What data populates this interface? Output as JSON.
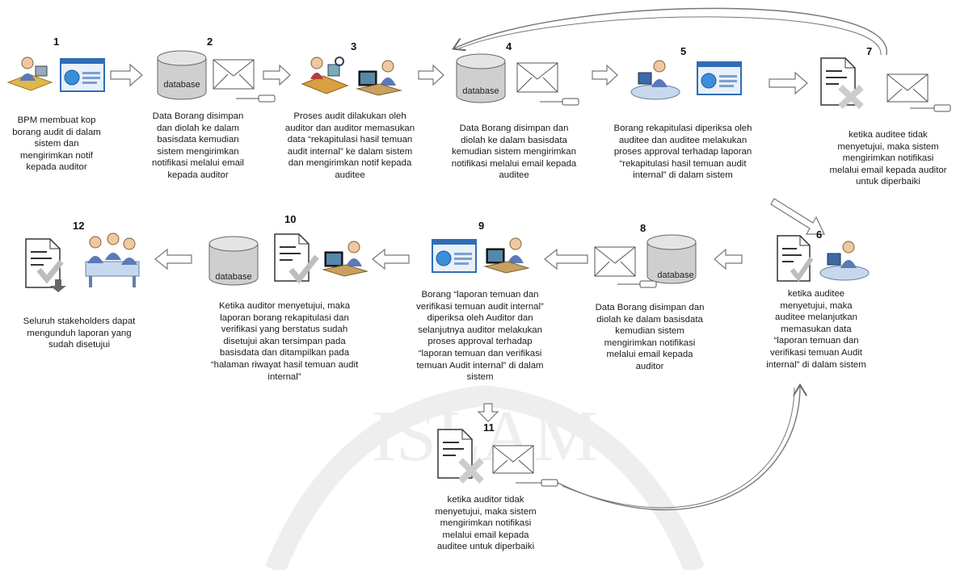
{
  "steps": {
    "s1": {
      "num": "1",
      "text": "BPM membuat kop borang audit di dalam sistem dan mengirimkan notif kepada auditor"
    },
    "s2": {
      "num": "2",
      "text": "Data Borang disimpan dan diolah ke dalam basisdata kemudian sistem mengirimkan notifikasi melalui email kepada auditor"
    },
    "s3": {
      "num": "3",
      "text": "Proses audit dilakukan oleh auditor dan auditor memasukan data “rekapitulasi hasil temuan audit internal” ke dalam sistem dan mengirimkan notif kepada auditee"
    },
    "s4": {
      "num": "4",
      "text": "Data Borang disimpan dan diolah ke dalam basisdata kemudian sistem mengirimkan notifikasi melalui email kepada auditee"
    },
    "s5": {
      "num": "5",
      "text": "Borang rekapitulasi diperiksa oleh auditee dan auditee melakukan proses approval terhadap laporan “rekapitulasi hasil temuan audit internal” di dalam sistem"
    },
    "s6": {
      "num": "6",
      "text": "ketika auditee menyetujui, maka auditee melanjutkan memasukan data “laporan temuan dan verifikasi temuan Audit internal” di dalam sistem"
    },
    "s7": {
      "num": "7",
      "text": "ketika auditee tidak menyetujui, maka sistem mengirimkan notifikasi melalui email kepada auditor untuk diperbaiki"
    },
    "s8": {
      "num": "8",
      "text": "Data Borang disimpan dan diolah ke dalam basisdata kemudian sistem mengirimkan notifikasi melalui email kepada auditor"
    },
    "s9": {
      "num": "9",
      "text": "Borang “laporan temuan dan verifikasi temuan audit internal” diperiksa oleh Auditor dan selanjutnya auditor melakukan proses approval terhadap “laporan temuan dan verifikasi temuan Audit internal” di dalam sistem"
    },
    "s10": {
      "num": "10",
      "text": "Ketika auditor menyetujui, maka laporan borang rekapitulasi dan verifikasi yang berstatus sudah disetujui akan tersimpan pada basisdata dan ditampilkan pada “halaman riwayat hasil temuan audit internal”"
    },
    "s11": {
      "num": "11",
      "text": "ketika auditor tidak menyetujui, maka sistem mengirimkan notifikasi melalui email kepada auditee untuk diperbaiki"
    },
    "s12": {
      "num": "12",
      "text": "Seluruh stakeholders dapat mengunduh laporan yang sudah disetujui"
    }
  },
  "database_label": "database",
  "watermark_text": "ISLAM",
  "colors": {
    "database_fill": "#cfcfcf",
    "envelope_stroke": "#555555",
    "arrow_stroke": "#666666",
    "window_blue": "#2f6db5",
    "watermark": "#ececec"
  }
}
